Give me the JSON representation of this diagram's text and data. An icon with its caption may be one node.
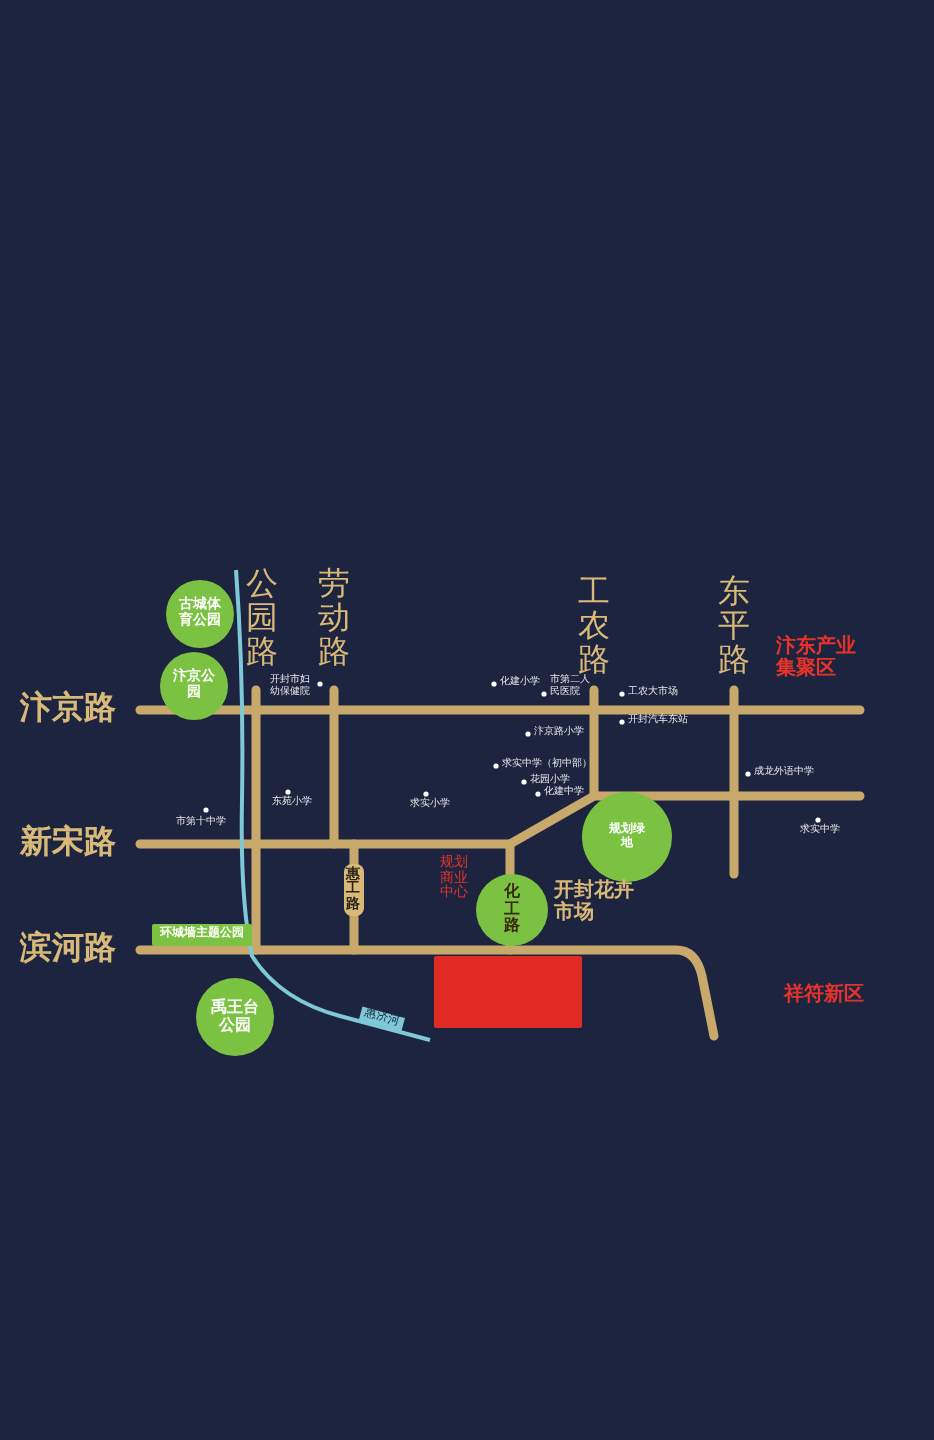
{
  "diagram": {
    "nodes": [
      {
        "text": [
          "古城体育公园"
        ]
      },
      {
        "text": [
          "汴京公园"
        ]
      },
      {
        "text": [
          "环城墙主题公园"
        ]
      },
      {
        "text": [
          "禹王台公园"
        ]
      },
      {
        "text": [
          "规划绿地"
        ]
      },
      {
        "text": [
          "化工路"
        ]
      },
      {
        "text": [],
        "shape": "box"
      }
    ],
    "labels": [
      "公园路",
      "劳动路",
      "工农路",
      "东平路",
      "汴东产业集聚区",
      "开封市妇幼保健院",
      "化建小学",
      "市第二人民医院",
      "工农大市场",
      "汴京路",
      "开封汽车东站",
      "汴京路小学",
      "求实中学（初中部）",
      "成龙外语中学",
      "东苑小学",
      "求实小学",
      "花园小学",
      "化建中学",
      "市第十中学",
      "求实中学",
      "新宋路",
      "惠工路",
      "规划商业中心",
      "开封花卉市场",
      "滨河路",
      "祥符新区",
      "惠济河"
    ]
  }
}
